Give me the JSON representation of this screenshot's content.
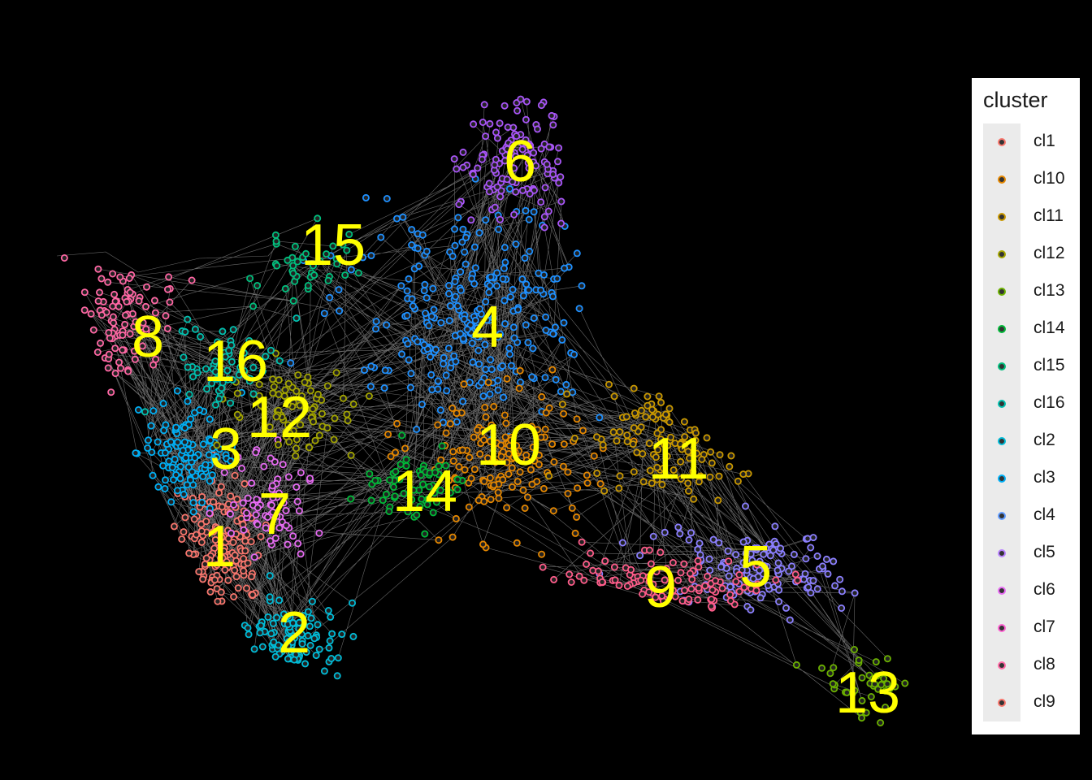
{
  "legend": {
    "title": "cluster",
    "items": [
      {
        "label": "cl1",
        "color": "#F8766D"
      },
      {
        "label": "cl10",
        "color": "#E58700"
      },
      {
        "label": "cl11",
        "color": "#C99800"
      },
      {
        "label": "cl12",
        "color": "#A3A500"
      },
      {
        "label": "cl13",
        "color": "#6BB100"
      },
      {
        "label": "cl14",
        "color": "#00BA38"
      },
      {
        "label": "cl15",
        "color": "#00BF7D"
      },
      {
        "label": "cl16",
        "color": "#00C0AF"
      },
      {
        "label": "cl2",
        "color": "#00BCD8"
      },
      {
        "label": "cl3",
        "color": "#00B0F6"
      },
      {
        "label": "cl4",
        "color": "#619CFF"
      },
      {
        "label": "cl5",
        "color": "#B983FF"
      },
      {
        "label": "cl6",
        "color": "#E76BF3"
      },
      {
        "label": "cl7",
        "color": "#FD61D1"
      },
      {
        "label": "cl8",
        "color": "#FF67A4"
      },
      {
        "label": "cl9",
        "color": "#F8766D"
      }
    ]
  },
  "cluster_labels": [
    "1",
    "2",
    "3",
    "4",
    "5",
    "6",
    "7",
    "8",
    "9",
    "10",
    "11",
    "12",
    "13",
    "14",
    "15",
    "16"
  ],
  "colors": {
    "background": "#000000",
    "edge": "#bdbdbd",
    "label": "#ffff00"
  }
}
